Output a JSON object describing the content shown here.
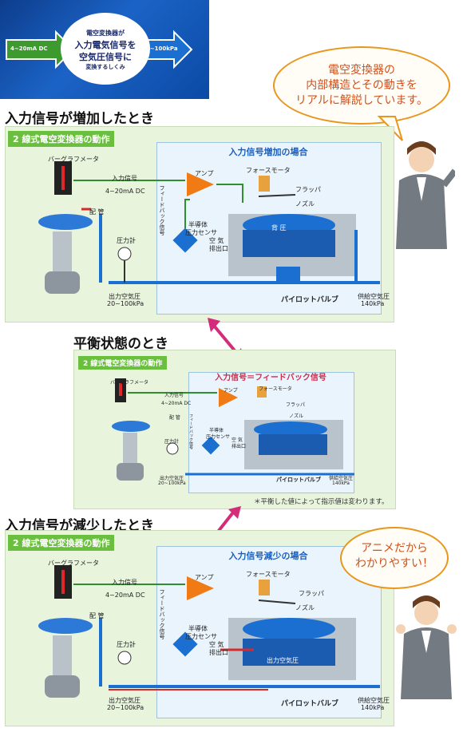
{
  "banner": {
    "line1": "電空変換器が",
    "line2": "入力電気信号を",
    "line3": "空気圧信号に",
    "line4": "変換するしくみ",
    "left_label": "4~20mA DC",
    "right_label": "20~100kPa"
  },
  "speech1": {
    "line1": "電空変換器の",
    "line2": "内部構造とその動きを",
    "line3": "リアルに解説しています。"
  },
  "speech2": {
    "line1": "アニメだから",
    "line2": "わかりやすい！"
  },
  "sections": [
    {
      "heading": "入力信号が増加したとき",
      "panel_title": "2 線式電空変換器の動作",
      "state_title": "入力信号増加の場合",
      "chamber_label": "背 圧"
    },
    {
      "heading": "平衡状態のとき",
      "panel_title": "2 線式電空変換器の動作",
      "state_title": "入力信号＝フィードバック信号",
      "footnote": "＊平衡した値によって指示値は変わります。"
    },
    {
      "heading": "入力信号が減少したとき",
      "panel_title": "2 線式電空変換器の動作",
      "state_title": "入力信号減少の場合",
      "chamber_label": "出力空気圧"
    }
  ],
  "labels": {
    "bargraph": "バーグラフメータ",
    "input_signal": "入力信号",
    "input_range": "4~20mA DC",
    "amp": "アンプ",
    "force_motor": "フォースモータ",
    "flapper": "フラッパ",
    "nozzle": "ノズル",
    "piping": "配 管",
    "pressure_gauge": "圧力計",
    "semiconductor_line1": "半導体",
    "semiconductor_line2": "圧力センサ",
    "feedback": "フィードバック信号",
    "exhaust_line1": "空 気",
    "exhaust_line2": "排出口",
    "output_line1": "出力空気圧",
    "output_line2": "20~100kPa",
    "supply_line1": "供給空気圧",
    "supply_line2": "140kPa",
    "pilot_valve": "パイロットバルブ"
  },
  "colors": {
    "panel_bg": "#e9f4dd",
    "panel_title": "#6abf3e",
    "inner_bg": "#eaf4fc",
    "pipe": "#1a6fd1",
    "amp": "#f07a14",
    "arrow": "#d42c7a",
    "bubble_border": "#e8961c",
    "bubble_text": "#d2501c"
  }
}
